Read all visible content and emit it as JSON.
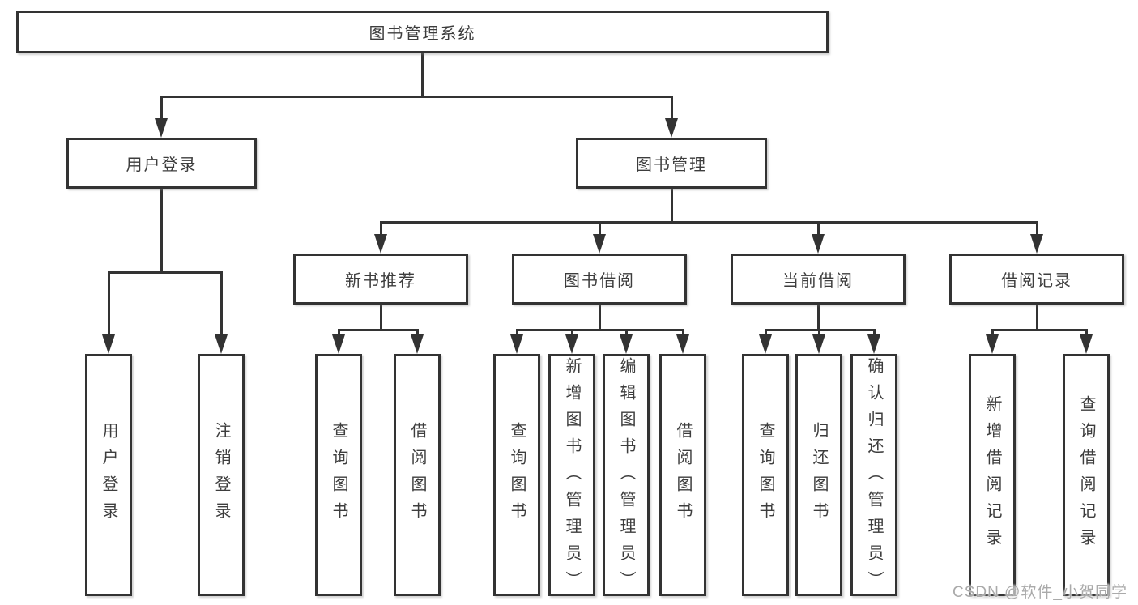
{
  "diagram": {
    "title_node": "图书管理系统",
    "root": {
      "label": "图书管理系统"
    },
    "level1": [
      {
        "label": "用户登录"
      },
      {
        "label": "图书管理"
      }
    ],
    "level2": [
      {
        "label": "新书推荐"
      },
      {
        "label": "图书借阅"
      },
      {
        "label": "当前借阅"
      },
      {
        "label": "借阅记录"
      }
    ],
    "leaves": {
      "user_login": [
        "用户登录",
        "注销登录"
      ],
      "new_book_recommend": [
        "查询图书",
        "借阅图书"
      ],
      "book_borrowing": [
        "查询图书",
        "新增图书（管理员）",
        "编辑图书（管理员）",
        "借阅图书"
      ],
      "current_borrowing": [
        "查询图书",
        "归还图书",
        "确认归还（管理员）"
      ],
      "borrowing_records": [
        "新增借阅记录",
        "查询借阅记录"
      ]
    },
    "colors": {
      "line": "#333333",
      "text": "#3d3d3d",
      "background": "#ffffff"
    }
  },
  "watermark": {
    "text": "CSDN @软件_小贺同学",
    "color": "#aaaaaa"
  }
}
